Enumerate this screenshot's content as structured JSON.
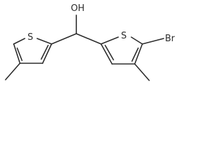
{
  "molecule": {
    "atoms": {
      "hydroxyl": "OH",
      "sulfur_left": "S",
      "sulfur_right": "S",
      "bromine": "Br"
    }
  }
}
